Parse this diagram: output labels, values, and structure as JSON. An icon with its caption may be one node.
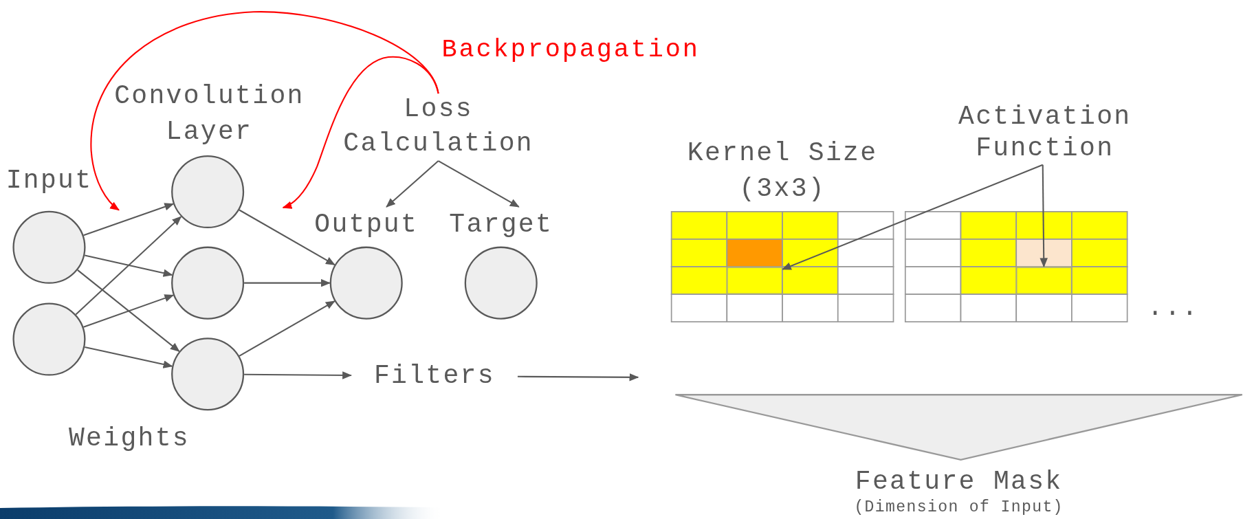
{
  "diagram": {
    "nodes": [
      {
        "text": [],
        "shape": "circle"
      },
      {
        "text": [],
        "shape": "circle"
      },
      {
        "text": [],
        "shape": "circle"
      },
      {
        "text": [],
        "shape": "circle"
      },
      {
        "text": [],
        "shape": "circle"
      },
      {
        "text": [
          "Loss Calculation"
        ]
      },
      {
        "text": [
          "Output"
        ]
      },
      {
        "text": [
          "Target"
        ]
      },
      {
        "text": [
          "Filters"
        ]
      },
      {
        "text": [
          "Activation Function"
        ]
      },
      {
        "text": [],
        "shape": "box"
      },
      {
        "text": [],
        "shape": "box"
      },
      {
        "text": [
          "Feature Mask",
          "(Dimension of Input)"
        ]
      }
    ],
    "edges": [
      {
        "from": 0,
        "to": 2,
        "arrow": "to"
      },
      {
        "from": 0,
        "to": 3,
        "arrow": "to"
      },
      {
        "from": 0,
        "to": 4,
        "arrow": "to"
      },
      {
        "from": 1,
        "to": 2,
        "arrow": "to"
      },
      {
        "from": 1,
        "to": 3,
        "arrow": "to"
      },
      {
        "from": 1,
        "to": 4,
        "arrow": "to"
      },
      {
        "from": 2,
        "to": 6,
        "arrow": "to"
      },
      {
        "from": 3,
        "to": 6,
        "arrow": "to"
      },
      {
        "from": 4,
        "to": 6,
        "arrow": "to"
      },
      {
        "from": 5,
        "to": 6,
        "arrow": "to"
      },
      {
        "from": 5,
        "to": 7,
        "arrow": "to"
      },
      {
        "from": 5,
        "to": null,
        "arrow": "to",
        "color": "#ff0000"
      },
      {
        "from": 5,
        "to": null,
        "arrow": "to",
        "color": "#ff0000"
      },
      {
        "from": 4,
        "to": 8,
        "arrow": "to"
      },
      {
        "from": 8,
        "to": null,
        "arrow": "to"
      },
      {
        "from": 9,
        "to": 10,
        "arrow": "to"
      },
      {
        "from": 9,
        "to": 11,
        "arrow": "to"
      }
    ],
    "labels": [
      "Backpropagation",
      "Convolution Layer",
      "Input",
      "Kernel Size (3x3)",
      "...",
      "Weights"
    ]
  }
}
